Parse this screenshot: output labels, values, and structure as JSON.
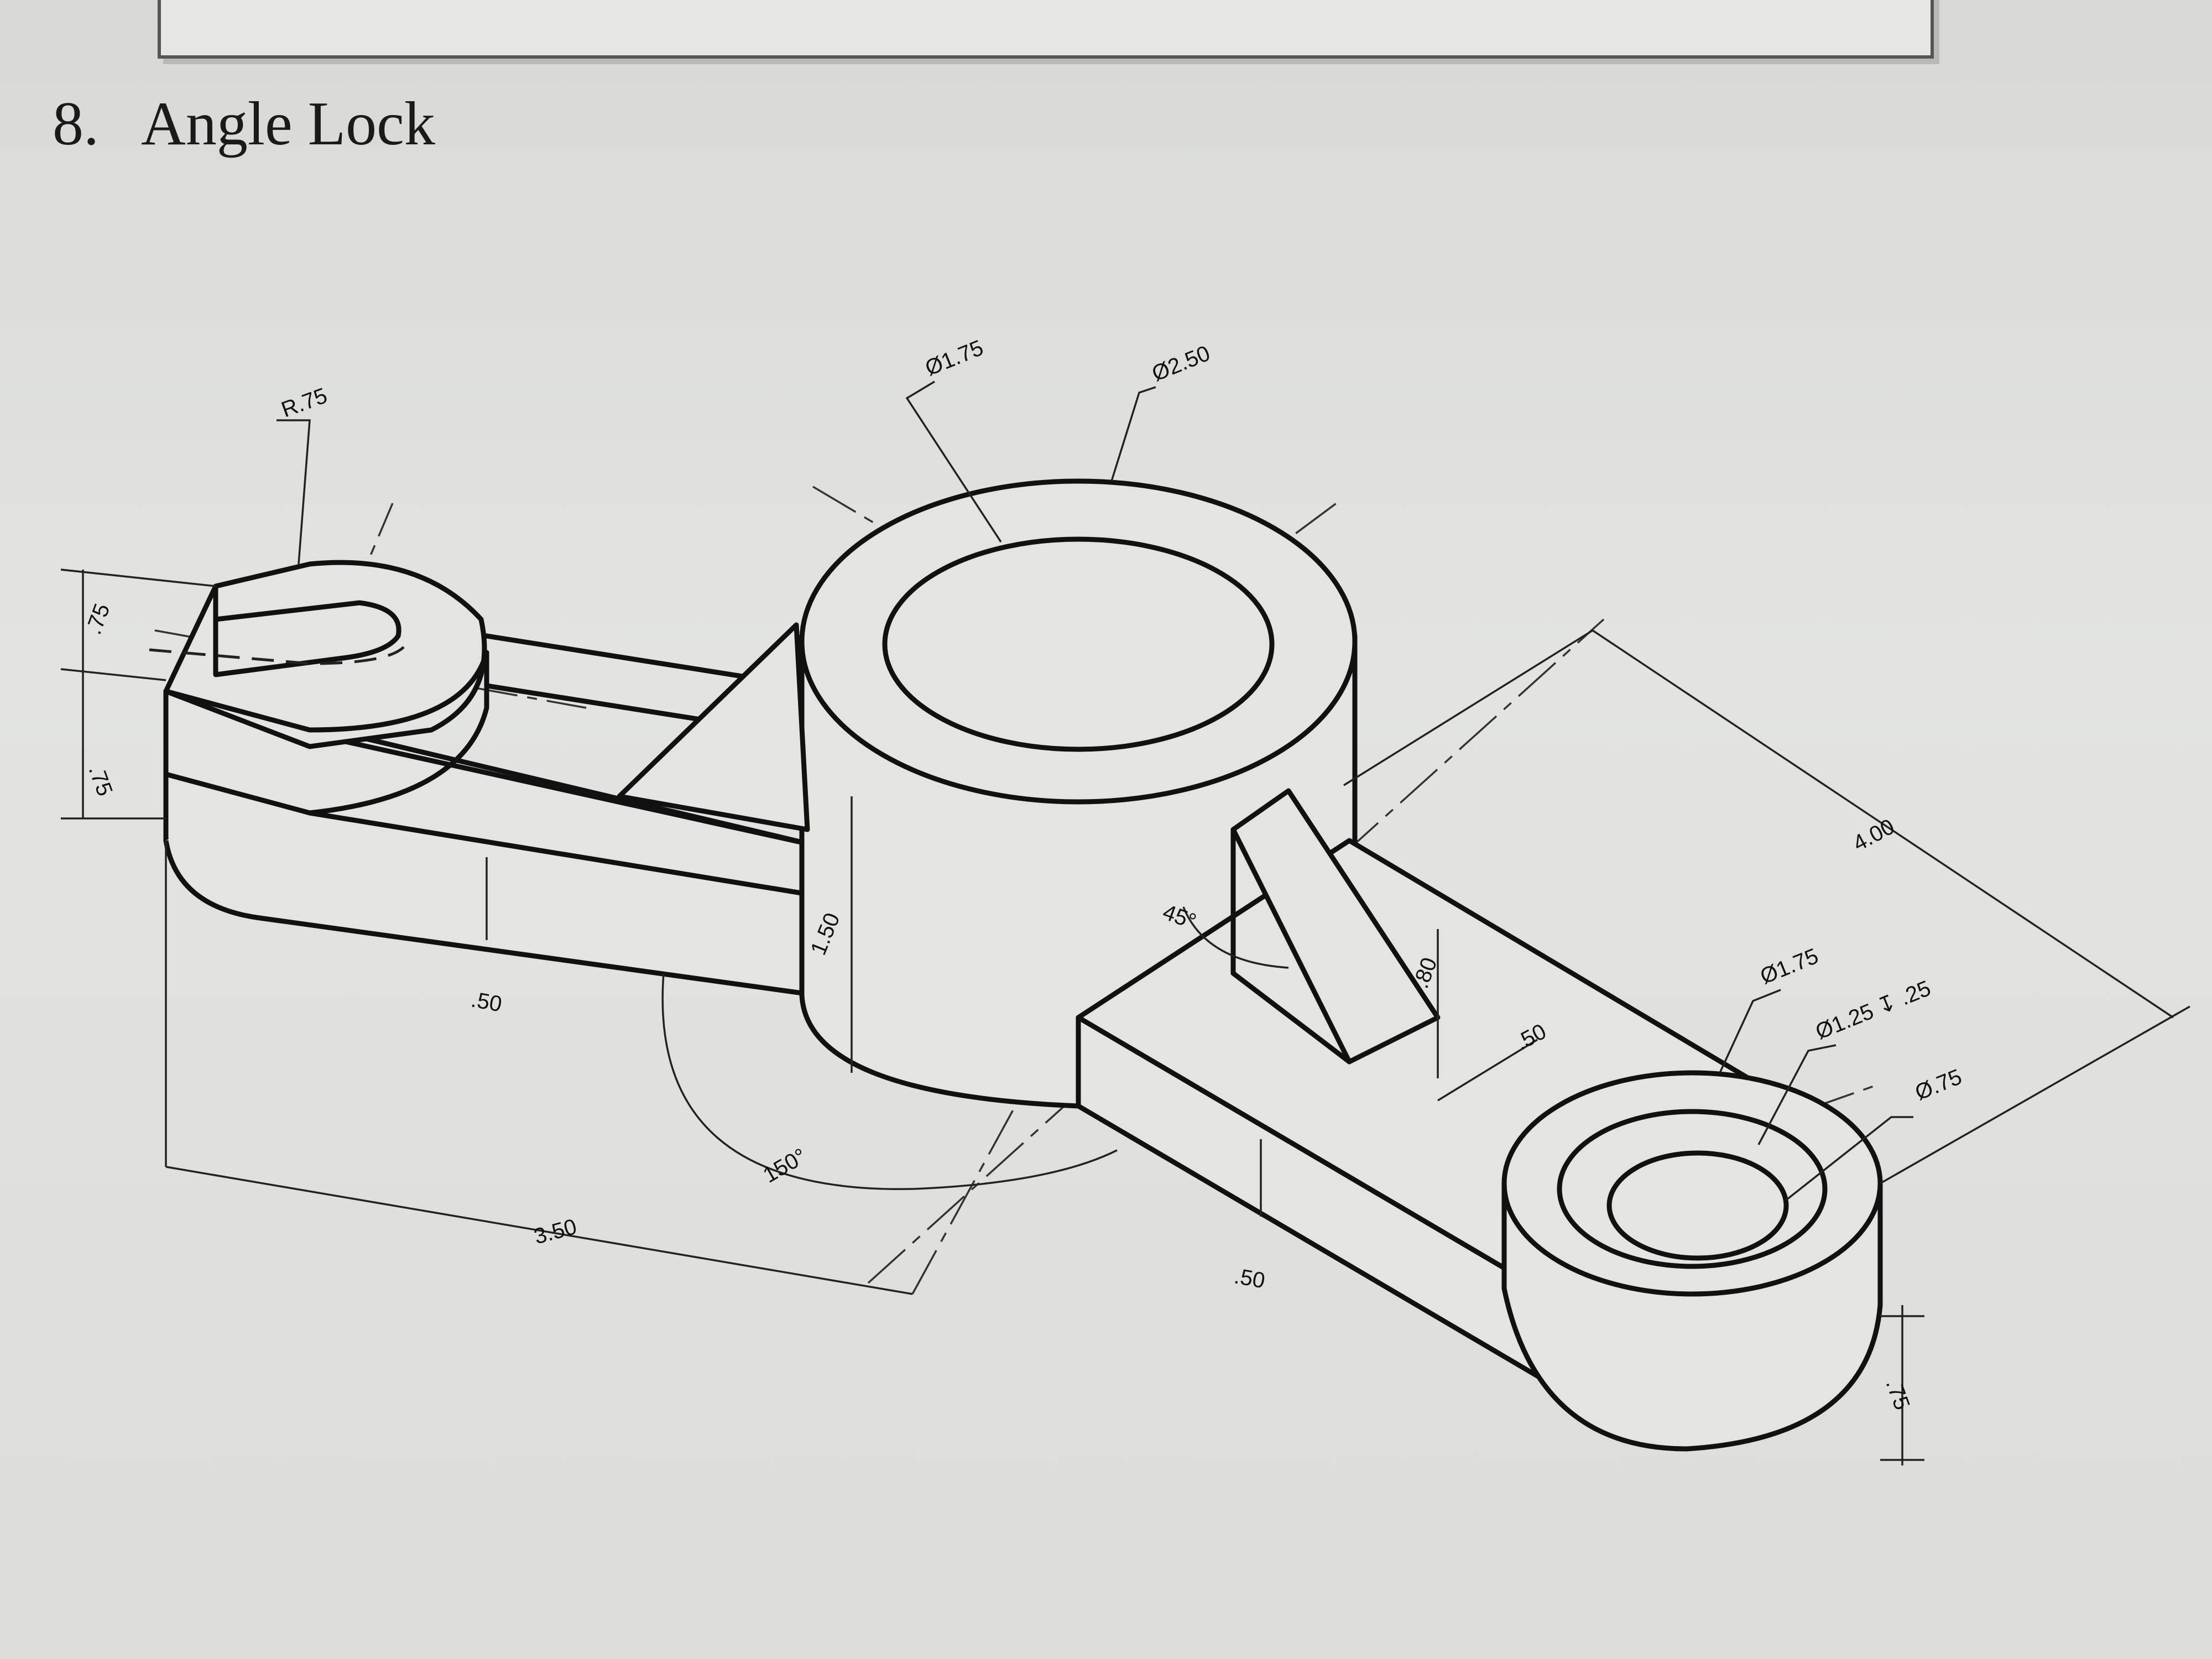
{
  "exercise": {
    "number": "8.",
    "title": "Angle Lock"
  },
  "dimensions": {
    "r_slot": "R.75",
    "d_boss_inner": "Ø1.75",
    "d_boss_outer": "Ø2.50",
    "slot_height_a": ".75",
    "slot_height_b": ".75",
    "arm_thick_left": ".50",
    "boss_height": "1.50",
    "angle_rib": "45°",
    "rib_height": ".80",
    "rib_width": ".50",
    "length_right": "4.00",
    "d_cbore": "Ø1.75",
    "d_cbore_depth": "Ø1.25 ↧ .25",
    "d_hole": "Ø.75",
    "angle_arms": "150°",
    "length_left": "3.50",
    "arm_thick_right": ".50",
    "hub_height_right": ".75"
  },
  "colors": {
    "ink": "#111111",
    "paper": "#e3e4e0"
  }
}
